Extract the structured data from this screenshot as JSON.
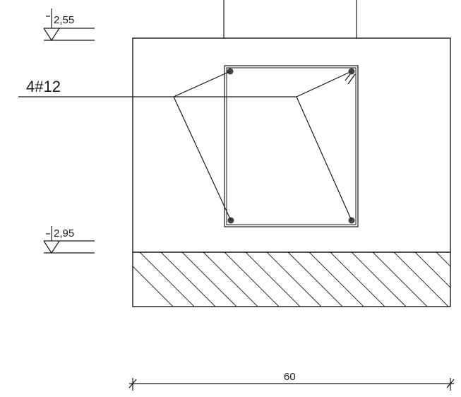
{
  "levels": {
    "top": "2,55",
    "bottom": "2,95"
  },
  "rebar_label": "4#12",
  "dimension": "60",
  "colors": {
    "ink": "#1a1a1a",
    "paper": "#ffffff",
    "rebar": "#444444"
  }
}
